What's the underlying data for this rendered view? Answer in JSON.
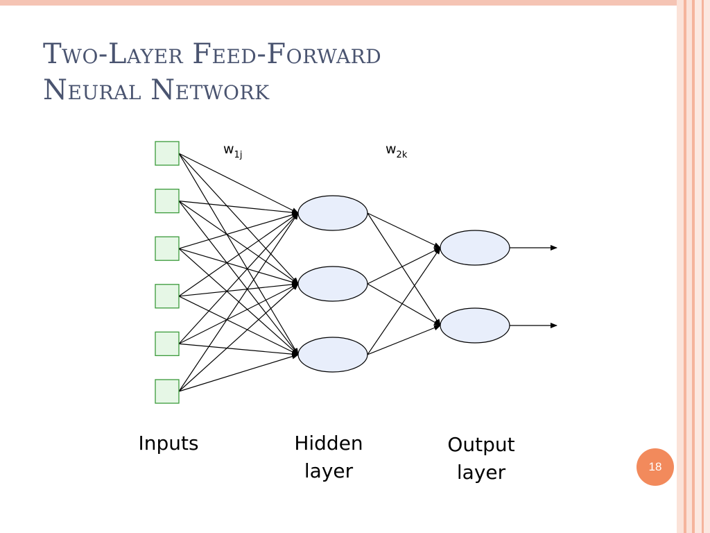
{
  "title": {
    "line1": "Two-Layer Feed-Forward",
    "line2": "Neural Network"
  },
  "weights": {
    "w1_base": "w",
    "w1_sub": "1j",
    "w2_base": "w",
    "w2_sub": "2k"
  },
  "layers": {
    "inputs": "Inputs",
    "hidden_line1": "Hidden",
    "hidden_line2": "layer",
    "output_line1": "Output",
    "output_line2": "layer"
  },
  "network": {
    "input_count": 6,
    "hidden_count": 3,
    "output_count": 2
  },
  "colors": {
    "input_fill": "#e6f7e6",
    "input_stroke": "#3a9a3a",
    "neuron_fill": "#e8eefb",
    "neuron_stroke": "#000000",
    "accent": "#f28a5c"
  },
  "page_number": "18"
}
